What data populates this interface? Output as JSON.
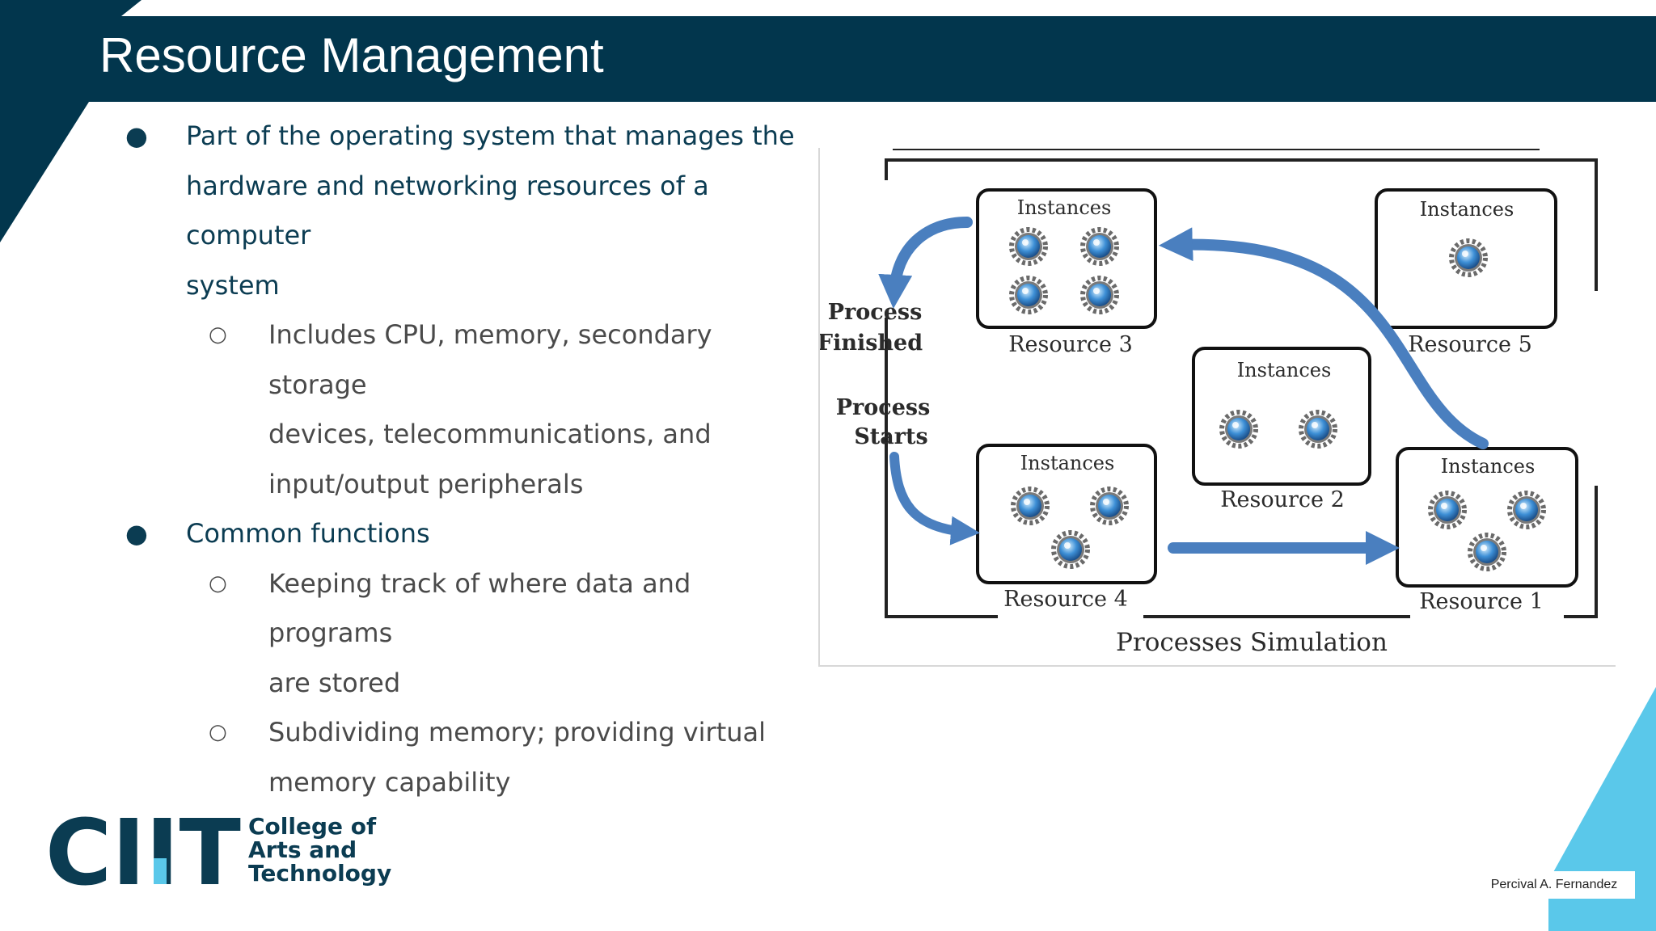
{
  "slide": {
    "title": "Resource Management",
    "bullets": [
      {
        "lines": [
          "Part of the operating system that manages the",
          "hardware and networking resources of a computer",
          "system"
        ],
        "subs": [
          {
            "lines": [
              "Includes CPU, memory, secondary storage",
              "devices, telecommunications, and",
              "input/output peripherals"
            ]
          }
        ]
      },
      {
        "lines": [
          "Common functions"
        ],
        "subs": [
          {
            "lines": [
              "Keeping track of where data and programs",
              "are stored"
            ]
          },
          {
            "lines": [
              "Subdividing memory; providing virtual",
              "memory capability"
            ]
          }
        ]
      }
    ],
    "bullet_symbol": "●",
    "sub_symbol": "○"
  },
  "figure": {
    "caption": "Processes Simulation",
    "instances_label": "Instances",
    "process_finished": [
      "Process",
      "Finished"
    ],
    "process_starts": [
      "Process",
      "Starts"
    ],
    "resources": [
      "Resource 1",
      "Resource 2",
      "Resource 3",
      "Resource 4",
      "Resource 5"
    ]
  },
  "footer": {
    "logo_letters": "CIIT",
    "college_lines": [
      "College of",
      "Arts and",
      "Technology"
    ],
    "author": "Percival A. Fernandez"
  },
  "colors": {
    "dark_navy": "#02364d",
    "accent_cyan": "#5ac8ea",
    "arrow_blue": "#4a7fbf"
  }
}
